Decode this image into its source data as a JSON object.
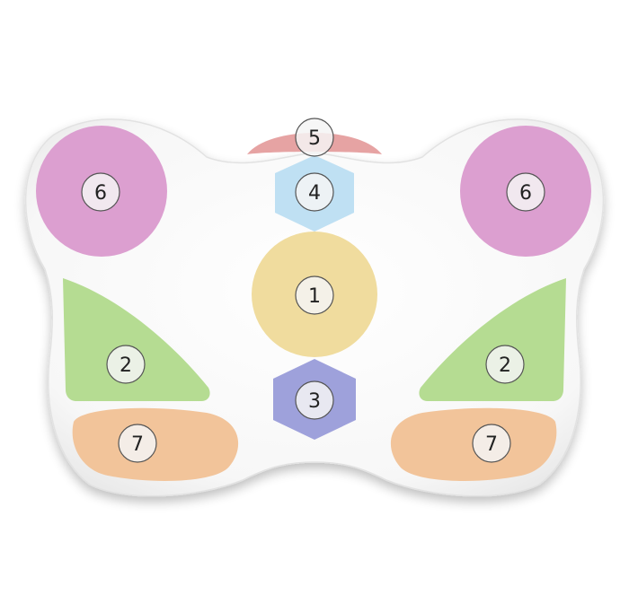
{
  "pillow": {
    "body_color": "#ffffff",
    "shadow_color": "#d8d8d8"
  },
  "zones": [
    {
      "id": "neck-bolster",
      "label": "5",
      "shape": "arc",
      "color": "#e6a3a3"
    },
    {
      "id": "center-top",
      "label": "4",
      "shape": "hexagon",
      "color": "#bfe0f3"
    },
    {
      "id": "center-middle",
      "label": "1",
      "shape": "circle",
      "color": "#f0dc9e"
    },
    {
      "id": "center-bottom",
      "label": "3",
      "shape": "hexagon",
      "color": "#9ea1db"
    },
    {
      "id": "left-top",
      "label": "6",
      "shape": "circle",
      "color": "#dc9fd0"
    },
    {
      "id": "right-top",
      "label": "6",
      "shape": "circle",
      "color": "#dc9fd0"
    },
    {
      "id": "left-middle",
      "label": "2",
      "shape": "triangle",
      "color": "#b5dc92"
    },
    {
      "id": "right-middle",
      "label": "2",
      "shape": "triangle",
      "color": "#b5dc92"
    },
    {
      "id": "left-bottom",
      "label": "7",
      "shape": "blob",
      "color": "#f2c49a"
    },
    {
      "id": "right-bottom",
      "label": "7",
      "shape": "blob",
      "color": "#f2c49a"
    }
  ],
  "badge": {
    "fill": "#f4f4f4",
    "stroke": "#555555",
    "text_color": "#222222"
  }
}
